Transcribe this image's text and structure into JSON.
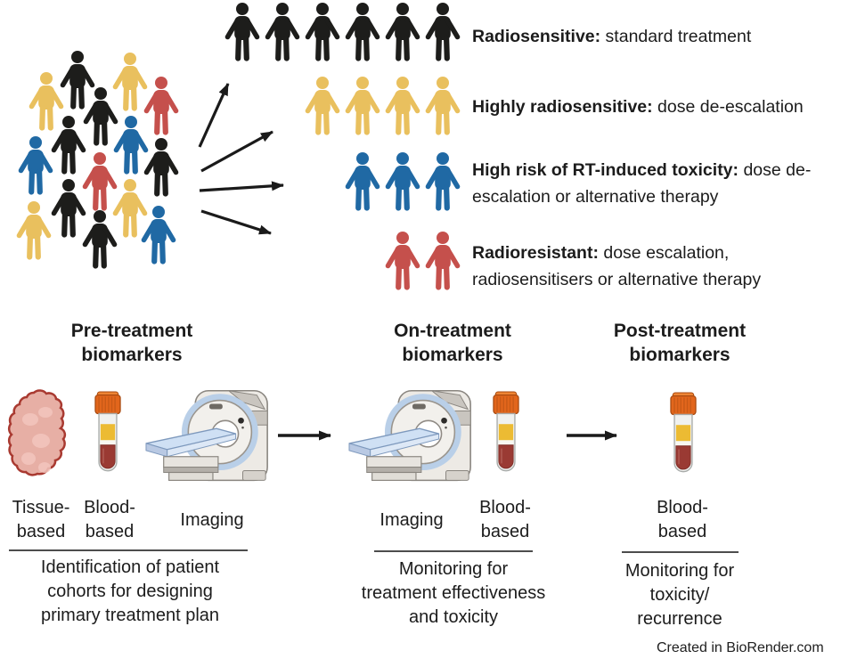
{
  "palette": {
    "person-black": "#1d1d1b",
    "person-yellow": "#e9c05e",
    "person-blue": "#2069a4",
    "person-red": "#c5504c",
    "tissue-pink": "#e7afa5",
    "tissue-outline": "#a93a31",
    "tube-cap-orange": "#e2661c",
    "plasma-yellow": "#ecbb33",
    "blood-red": "#9a3a33",
    "bed-blue": "#cfe0f4",
    "ring-blue": "#b9cfe8",
    "text": "#1c1c1c"
  },
  "crowd_colors": [
    "black",
    "yellow",
    "yellow",
    "red",
    "black",
    "black",
    "blue",
    "blue",
    "black",
    "red",
    "black",
    "yellow",
    "yellow",
    "blue",
    "black"
  ],
  "legend": {
    "rows": [
      {
        "color": "black",
        "count": 6,
        "bold": "Radiosensitive:",
        "rest": " standard treatment",
        "line2": ""
      },
      {
        "color": "yellow",
        "count": 4,
        "bold": "Highly radiosensitive:",
        "rest": " dose de-escalation",
        "line2": ""
      },
      {
        "color": "blue",
        "count": 3,
        "bold": "High risk of RT-induced toxicity:",
        "rest": " dose de-",
        "line2": "escalation or alternative therapy"
      },
      {
        "color": "red",
        "count": 2,
        "bold": "Radioresistant:",
        "rest": " dose escalation,",
        "line2": "radiosensitisers or alternative therapy"
      }
    ]
  },
  "timeline": {
    "columns": [
      {
        "header1": "Pre-treatment",
        "header2": "biomarkers",
        "labels": [
          {
            "line1": "Tissue-",
            "line2": "based"
          },
          {
            "line1": "Blood-",
            "line2": "based"
          },
          {
            "line1": "Imaging",
            "line2": ""
          }
        ],
        "note": [
          "Identification of patient",
          "cohorts for designing",
          "primary treatment plan"
        ]
      },
      {
        "header1": "On-treatment",
        "header2": "biomarkers",
        "labels": [
          {
            "line1": "Imaging",
            "line2": ""
          },
          {
            "line1": "Blood-",
            "line2": "based"
          }
        ],
        "note": [
          "Monitoring for",
          "treatment effectiveness",
          "and toxicity"
        ]
      },
      {
        "header1": "Post-treatment",
        "header2": "biomarkers",
        "labels": [
          {
            "line1": "Blood-",
            "line2": "based"
          }
        ],
        "note": [
          "Monitoring for",
          "toxicity/",
          "recurrence"
        ]
      }
    ]
  },
  "credit": "Created in BioRender.com"
}
